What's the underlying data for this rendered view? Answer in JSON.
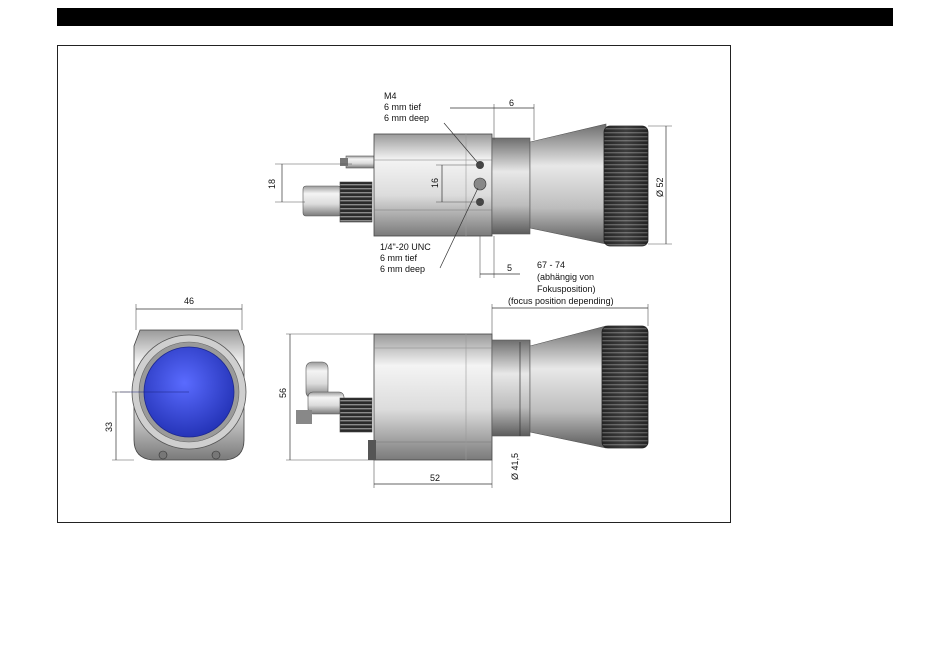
{
  "colors": {
    "bar": "#000000",
    "lens": "#3b4fd8",
    "metal_dark": "#6b6b6b",
    "metal_light": "#e6e6e6"
  },
  "labels": {
    "m4": "M4",
    "m4_tief": "6 mm tief",
    "m4_deep": "6 mm deep",
    "unc": "1/4\"-20 UNC",
    "unc_tief": "6 mm tief",
    "unc_deep": "6 mm deep",
    "focus_range": "67 - 74",
    "focus_de1": "(abhängig von",
    "focus_de2": "Fokusposition)",
    "focus_en": "(focus position depending)"
  },
  "dimensions": {
    "d6_top": "6",
    "d18": "18",
    "d16": "16",
    "dia52": "Ø 52",
    "d5": "5",
    "d46": "46",
    "d33": "33",
    "d56": "56",
    "d52": "52",
    "dia41": "Ø 41,5"
  }
}
